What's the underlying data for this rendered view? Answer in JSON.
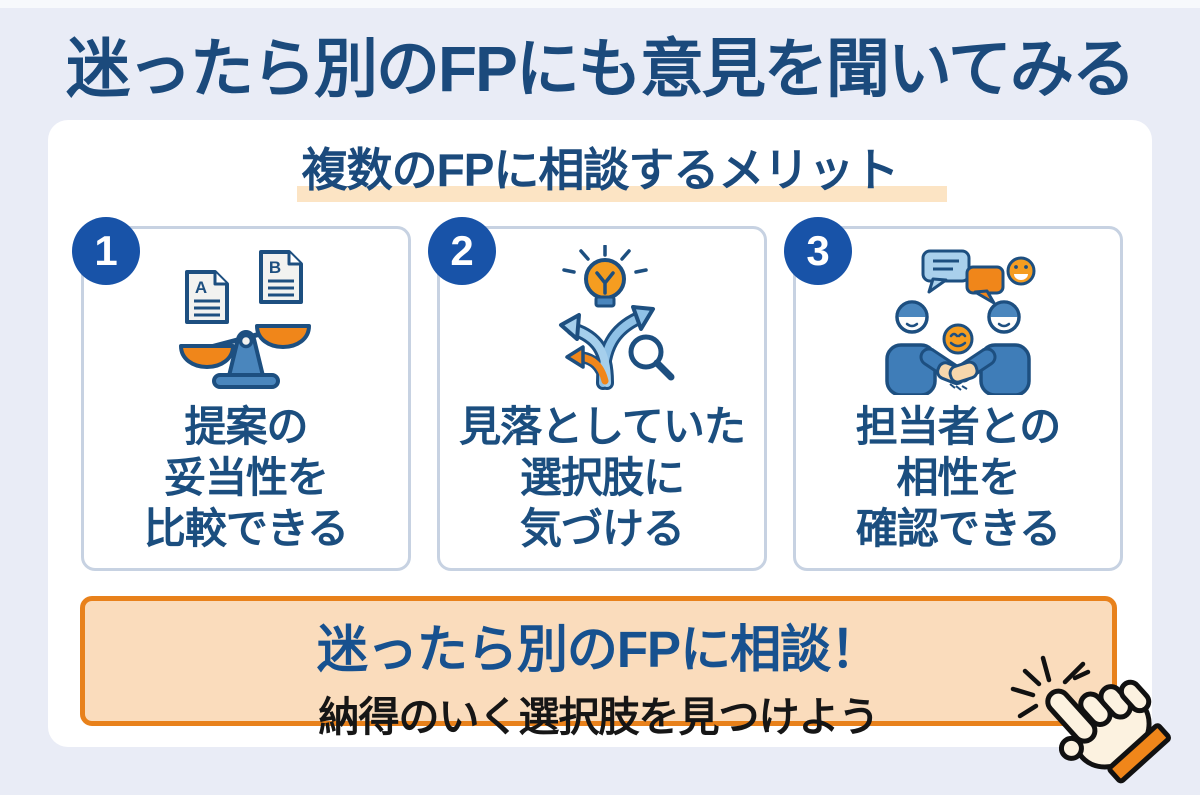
{
  "header": {
    "title": "迷ったら別のFPにも意見を聞いてみる",
    "subtitle": "複数のFPに相談するメリット"
  },
  "merits": [
    {
      "number": "1",
      "icon": "balance-scale-compare-icon",
      "icon_doc_labels": [
        "A",
        "B"
      ],
      "lines": [
        "提案の",
        "妥当性を",
        "比較できる"
      ]
    },
    {
      "number": "2",
      "icon": "options-lightbulb-search-icon",
      "lines": [
        "見落としていた",
        "選択肢に",
        "気づける"
      ]
    },
    {
      "number": "3",
      "icon": "handshake-rapport-icon",
      "lines": [
        "担当者との",
        "相性を",
        "確認できる"
      ]
    }
  ],
  "cta": {
    "line1": "迷ったら別のFPに相談！",
    "line2": "納得のいく選択肢を見つけよう",
    "icon": "click-hand-icon"
  },
  "colors": {
    "background": "#e9ecf6",
    "navy_text": "#1b4a7c",
    "badge_blue": "#1853a8",
    "card_border": "#c7d2e2",
    "subtitle_highlight": "#fce4c4",
    "cta_fill": "#fadcbc",
    "cta_border": "#e8811b",
    "accent_orange": "#f0861a",
    "icon_blue": "#4a86bd",
    "icon_lightblue": "#8fc1e6",
    "icon_outline": "#1d4f80"
  }
}
